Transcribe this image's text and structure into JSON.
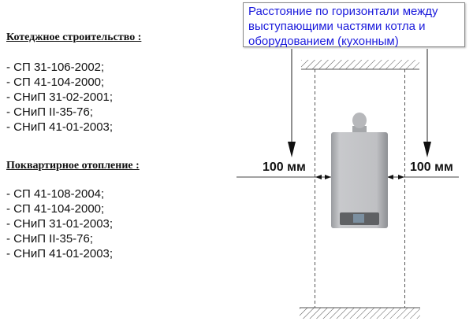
{
  "sections": [
    {
      "title": "Котеджное строительство  :",
      "items": [
        "- СП 31-106-2002;",
        "- СП 41-104-2000;",
        "- СНиП 31-02-2001;",
        "- СНиП II-35-76;",
        "- СНиП 41-01-2003;"
      ]
    },
    {
      "title": "Поквартирное отопление :",
      "items": [
        "- СП 41-108-2004;",
        "- СП 41-104-2000;",
        "- СНиП 31-01-2003;",
        "- СНиП II-35-76;",
        "- СНиП 41-01-2003;"
      ]
    }
  ],
  "diagram": {
    "note": "Расстояние по горизонтали между выступающими частями котла и оборудованием (кухонным)",
    "left_distance": "100 мм",
    "right_distance": "100 мм"
  },
  "colors": {
    "note_text": "#1a1adc"
  }
}
